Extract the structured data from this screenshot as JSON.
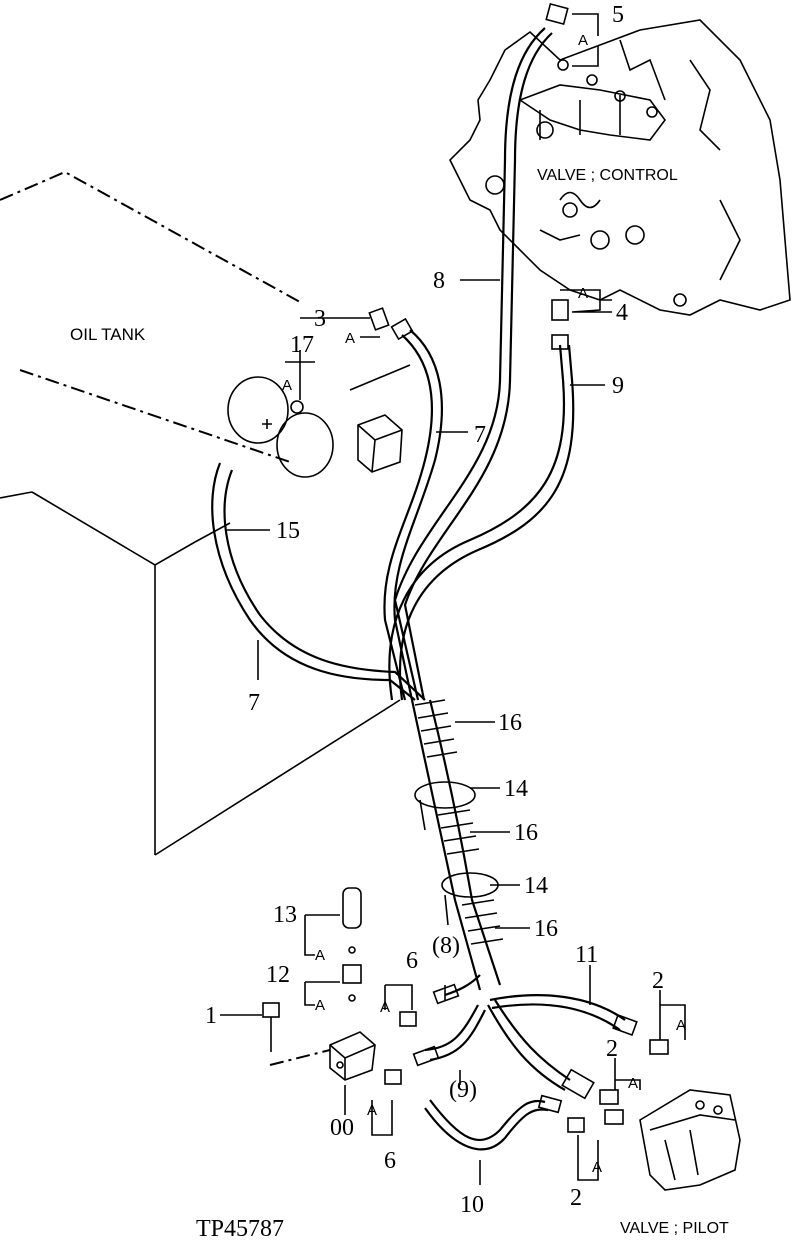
{
  "components": {
    "oil_tank": "OIL TANK",
    "control_valve": "VALVE ; CONTROL",
    "pilot_valve": "VALVE ; PILOT"
  },
  "figure_id": "TP45787",
  "detail_marker": "A",
  "callouts": {
    "c1": "1",
    "c2a": "2",
    "c2b": "2",
    "c2c": "2",
    "c3": "3",
    "c4": "4",
    "c5": "5",
    "c6a": "6",
    "c6b": "6",
    "c7a": "7",
    "c7b": "7",
    "c8": "8",
    "c8p": "(8)",
    "c9": "9",
    "c9p": "(9)",
    "c10": "10",
    "c11": "11",
    "c12": "12",
    "c13": "13",
    "c14a": "14",
    "c14b": "14",
    "c15": "15",
    "c16a": "16",
    "c16b": "16",
    "c16c": "16",
    "c17": "17",
    "c00": "00"
  }
}
